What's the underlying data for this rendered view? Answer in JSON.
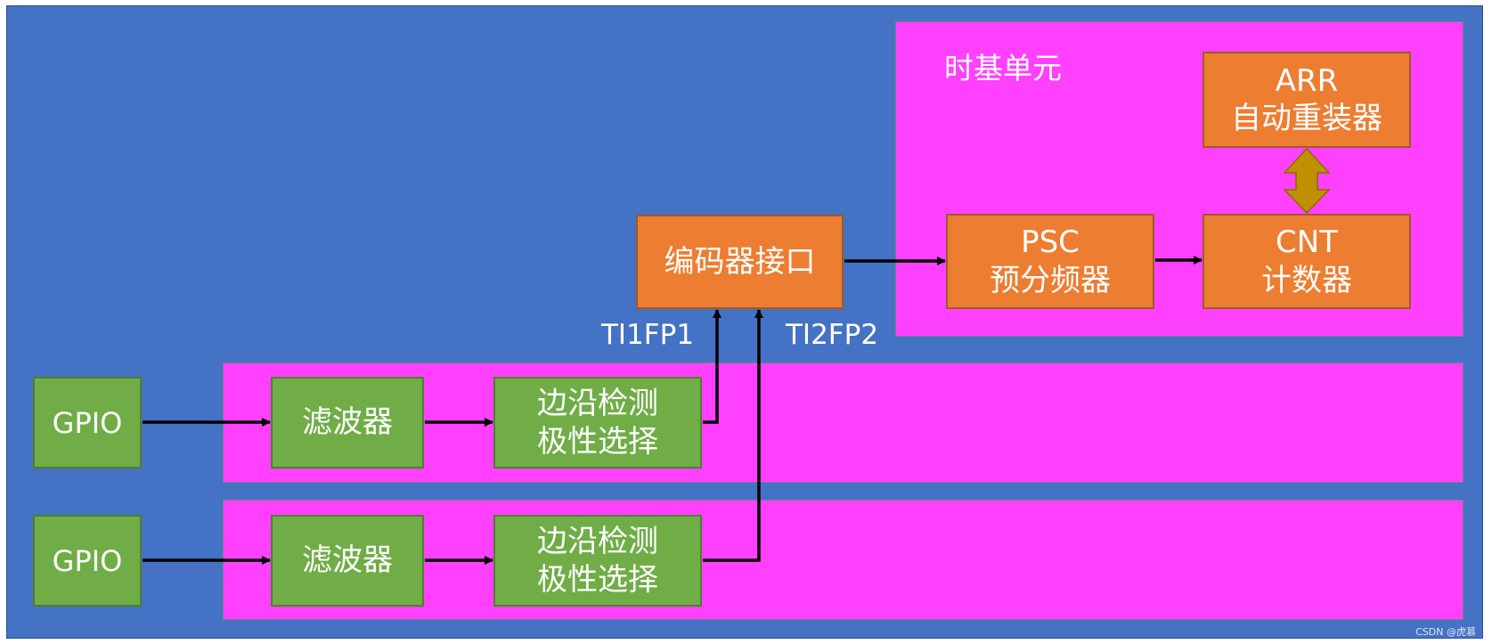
{
  "time_base": {
    "title": "时基单元"
  },
  "arr": {
    "line1": "ARR",
    "line2": "自动重装器"
  },
  "psc": {
    "line1": "PSC",
    "line2": "预分频器"
  },
  "cnt": {
    "line1": "CNT",
    "line2": "计数器"
  },
  "encoder": {
    "label": "编码器接口"
  },
  "signals": {
    "ti1": "TI1FP1",
    "ti2": "TI2FP2"
  },
  "channel1": {
    "gpio": "GPIO",
    "filter": "滤波器",
    "edge_line1": "边沿检测",
    "edge_line2": "极性选择"
  },
  "channel2": {
    "gpio": "GPIO",
    "filter": "滤波器",
    "edge_line1": "边沿检测",
    "edge_line2": "极性选择"
  },
  "watermark": "CSDN @虎慕",
  "colors": {
    "background": "#4472C4",
    "panel": "#FF40FF",
    "orange_block": "#ED7D31",
    "green_block": "#70AD47",
    "bidirectional_arrow": "#BF9000"
  }
}
